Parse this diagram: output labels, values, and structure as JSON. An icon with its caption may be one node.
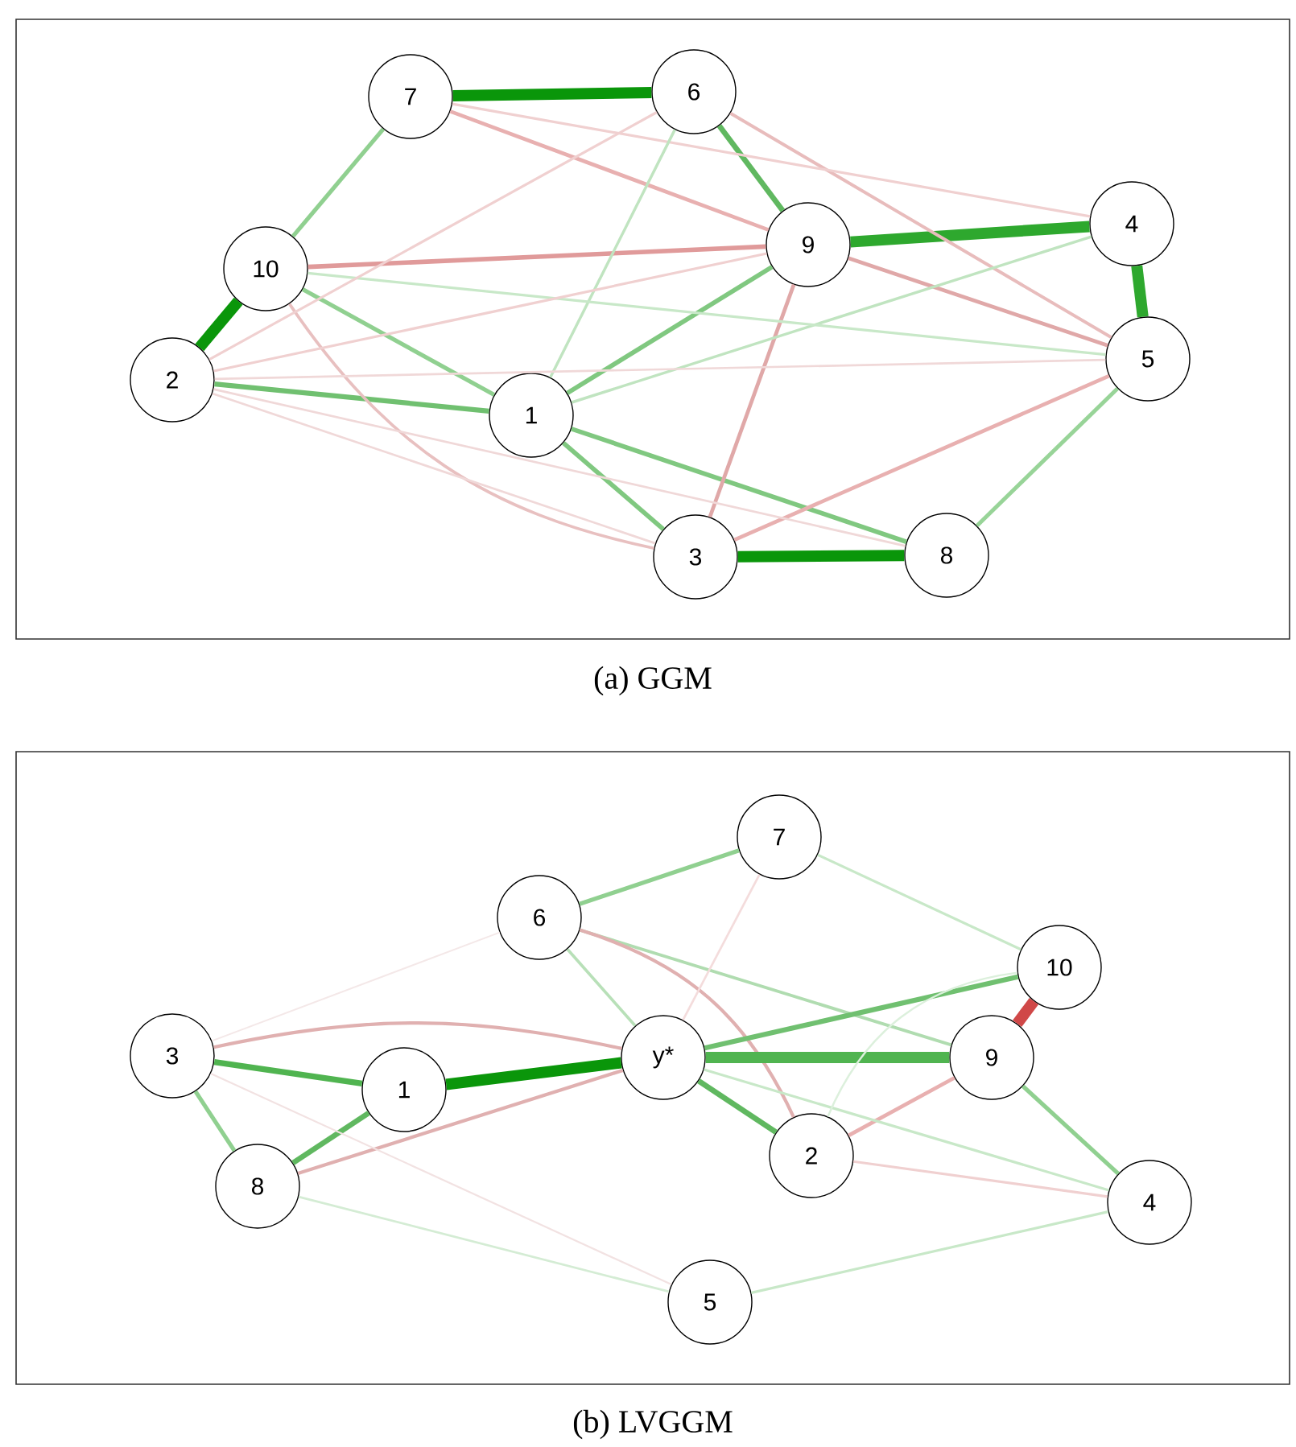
{
  "diagram": {
    "nodes": [
      {
        "text": [
          "(a) GGM"
        ]
      },
      {
        "text": [
          "7"
        ],
        "in": 0
      },
      {
        "text": [
          "6"
        ],
        "in": 0
      },
      {
        "text": [
          "10"
        ],
        "in": 0
      },
      {
        "text": [
          "9"
        ],
        "in": 0
      },
      {
        "text": [
          "4"
        ],
        "in": 0
      },
      {
        "text": [
          "2"
        ],
        "in": 0
      },
      {
        "text": [
          "1"
        ],
        "in": 0
      },
      {
        "text": [
          "5"
        ],
        "in": 0
      },
      {
        "text": [
          "3"
        ],
        "in": 0
      },
      {
        "text": [
          "8"
        ],
        "in": 0
      },
      {
        "text": [
          "(b) LVGGM"
        ]
      },
      {
        "text": [
          "7"
        ],
        "in": 11
      },
      {
        "text": [
          "6"
        ],
        "in": 11
      },
      {
        "text": [
          "10"
        ],
        "in": 11
      },
      {
        "text": [
          "3"
        ],
        "in": 11
      },
      {
        "text": [
          "y*"
        ],
        "in": 11
      },
      {
        "text": [
          "9"
        ],
        "in": 11
      },
      {
        "text": [
          "1"
        ],
        "in": 11
      },
      {
        "text": [
          "2"
        ],
        "in": 11
      },
      {
        "text": [
          "8"
        ],
        "in": 11
      },
      {
        "text": [
          "4"
        ],
        "in": 11
      },
      {
        "text": [
          "5"
        ],
        "in": 11
      }
    ],
    "edges": [
      {
        "from": 1,
        "to": 2,
        "arrow": "none",
        "style": "thick",
        "color": "#0a960a"
      },
      {
        "from": 1,
        "to": 3,
        "arrow": "none",
        "color": "#90d090"
      },
      {
        "from": 2,
        "to": 4,
        "arrow": "none",
        "color": "#60b860"
      },
      {
        "from": 4,
        "to": 5,
        "arrow": "none",
        "style": "thick",
        "color": "#2ea82e"
      },
      {
        "from": 5,
        "to": 8,
        "arrow": "none",
        "style": "thick",
        "color": "#2ea82e"
      },
      {
        "from": 3,
        "to": 6,
        "arrow": "none",
        "style": "thick",
        "color": "#0a960a"
      },
      {
        "from": 6,
        "to": 7,
        "arrow": "none",
        "color": "#70c070"
      },
      {
        "from": 3,
        "to": 4,
        "arrow": "none",
        "color": "#e09a9a"
      },
      {
        "from": 7,
        "to": 4,
        "arrow": "none",
        "color": "#80c880"
      },
      {
        "from": 7,
        "to": 9,
        "arrow": "none",
        "color": "#80c880"
      },
      {
        "from": 7,
        "to": 10,
        "arrow": "none",
        "color": "#80c880"
      },
      {
        "from": 9,
        "to": 10,
        "arrow": "none",
        "style": "thick",
        "color": "#0a960a"
      },
      {
        "from": 10,
        "to": 8,
        "arrow": "none",
        "color": "#98d498"
      },
      {
        "from": 4,
        "to": 9,
        "arrow": "none",
        "color": "#e0a8a8"
      },
      {
        "from": 4,
        "to": 8,
        "arrow": "none",
        "color": "#e0a8a8"
      },
      {
        "from": 2,
        "to": 8,
        "arrow": "none",
        "color": "#e8bcbc"
      },
      {
        "from": 1,
        "to": 4,
        "arrow": "none",
        "color": "#e8b0b0"
      },
      {
        "from": 1,
        "to": 5,
        "arrow": "none",
        "color": "#f0d0d0"
      },
      {
        "from": 9,
        "to": 8,
        "arrow": "none",
        "color": "#e8b0b0"
      },
      {
        "from": 7,
        "to": 2,
        "arrow": "none",
        "color": "#c0e4c0"
      },
      {
        "from": 7,
        "to": 5,
        "arrow": "none",
        "color": "#c0e4c0"
      },
      {
        "from": 3,
        "to": 8,
        "arrow": "none",
        "color": "#c8e8c8"
      },
      {
        "from": 3,
        "to": 7,
        "arrow": "none",
        "color": "#90d090"
      },
      {
        "from": 3,
        "to": 9,
        "arrow": "none",
        "color": "#e8c0c0"
      },
      {
        "from": 6,
        "to": 4,
        "arrow": "none",
        "color": "#f0d0d0"
      },
      {
        "from": 6,
        "to": 8,
        "arrow": "none",
        "color": "#f0d8d8"
      },
      {
        "from": 6,
        "to": 9,
        "arrow": "none",
        "color": "#f0d8d8"
      },
      {
        "from": 6,
        "to": 10,
        "arrow": "none",
        "color": "#f0d8d8"
      },
      {
        "from": 6,
        "to": 2,
        "arrow": "none",
        "color": "#f0d0d0"
      },
      {
        "from": 16,
        "to": 18,
        "arrow": "none",
        "style": "thick",
        "color": "#0a960a"
      },
      {
        "from": 15,
        "to": 18,
        "arrow": "none",
        "color": "#50b450"
      },
      {
        "from": 18,
        "to": 20,
        "arrow": "none",
        "color": "#60b860"
      },
      {
        "from": 15,
        "to": 20,
        "arrow": "none",
        "color": "#90d090"
      },
      {
        "from": 15,
        "to": 16,
        "arrow": "none",
        "color": "#e0b0b0"
      },
      {
        "from": 20,
        "to": 16,
        "arrow": "none",
        "color": "#e0b0b0"
      },
      {
        "from": 13,
        "to": 12,
        "arrow": "none",
        "color": "#90d090"
      },
      {
        "from": 13,
        "to": 17,
        "arrow": "none",
        "color": "#b0dcb0"
      },
      {
        "from": 13,
        "to": 19,
        "arrow": "none",
        "color": "#e0b0b0"
      },
      {
        "from": 13,
        "to": 16,
        "arrow": "none",
        "color": "#b8e0b8"
      },
      {
        "from": 16,
        "to": 14,
        "arrow": "none",
        "color": "#70c070"
      },
      {
        "from": 16,
        "to": 17,
        "arrow": "none",
        "style": "thick",
        "color": "#50b450"
      },
      {
        "from": 16,
        "to": 19,
        "arrow": "none",
        "color": "#60b860"
      },
      {
        "from": 14,
        "to": 17,
        "arrow": "none",
        "style": "thick",
        "color": "#d04848"
      },
      {
        "from": 19,
        "to": 17,
        "arrow": "none",
        "color": "#e8b0b0"
      },
      {
        "from": 17,
        "to": 21,
        "arrow": "none",
        "color": "#90d090"
      },
      {
        "from": 12,
        "to": 14,
        "arrow": "none",
        "color": "#c8e8c8"
      },
      {
        "from": 16,
        "to": 21,
        "arrow": "none",
        "color": "#c8e8c8"
      },
      {
        "from": 19,
        "to": 21,
        "arrow": "none",
        "color": "#f0d0d0"
      },
      {
        "from": 22,
        "to": 21,
        "arrow": "none",
        "color": "#c8e8c8"
      },
      {
        "from": 20,
        "to": 22,
        "arrow": "none",
        "color": "#d4ecd4"
      },
      {
        "from": 15,
        "to": 22,
        "arrow": "none",
        "color": "#f2e2e2"
      },
      {
        "from": 13,
        "to": 15,
        "arrow": "none",
        "color": "#f4e8e8"
      },
      {
        "from": 12,
        "to": 16,
        "arrow": "none",
        "color": "#f4dcdc"
      },
      {
        "from": 19,
        "to": 14,
        "arrow": "none",
        "color": "#dcf0dc"
      }
    ]
  }
}
